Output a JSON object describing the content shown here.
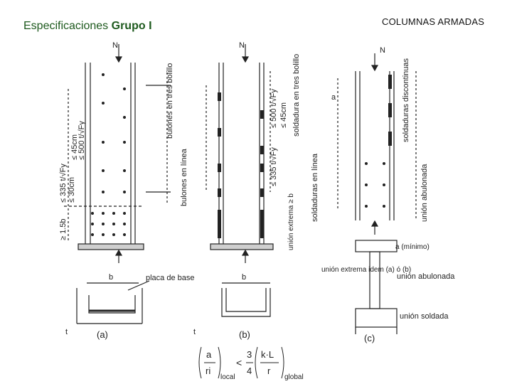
{
  "header": {
    "title_prefix": "Especificaciones ",
    "title_bold": "Grupo I",
    "topic": "COLUMNAS ARMADAS"
  },
  "figure": {
    "load_N": "N",
    "column_a": {
      "limit_top": "≤ 500 t/√Fy",
      "limit_top2": "≤ 45cm",
      "limit_bottom": "≤ 335 t/√Fy",
      "limit_bottom2": "≤ 30cm",
      "end_len": "≥ 1.5b",
      "note1": "bulones en tres bolillo",
      "note2": "bulones en línea",
      "label": "(a)",
      "dim_b": "b",
      "base_label": "placa de base",
      "dim_t": "t"
    },
    "column_b": {
      "limit_top": "≤ 500 t/√Fy",
      "limit_top2": "≤ 45cm",
      "limit_bottom": "≤ 335 t/√Fy",
      "note1": "soldadura en tres bolillo",
      "note2": "soldaduras en línea",
      "end_note": "unión extrema ≥ b",
      "label": "(b)",
      "dim_b": "b",
      "dim_t": "t"
    },
    "column_c": {
      "note1": "soldaduras discontinuas",
      "note2": "unión abulonada",
      "dim_a": "a",
      "label": "(c)",
      "min": "a (mínimo)",
      "ext_union": "unión extrema idem (a) ó (b)",
      "bolted": "unión abulonada",
      "welded": "unión soldada"
    },
    "formula": {
      "a": "a",
      "r_i": "ri",
      "local": "local",
      "lt": "<",
      "three": "3",
      "four": "4",
      "kl": "k·L",
      "r": "r",
      "global": "global"
    }
  }
}
